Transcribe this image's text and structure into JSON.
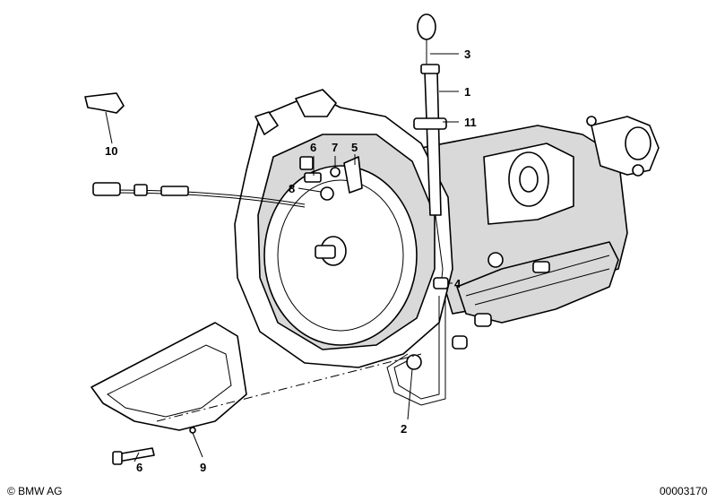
{
  "diagram": {
    "callouts": [
      {
        "id": "callout-1",
        "text": "1"
      },
      {
        "id": "callout-2",
        "text": "2"
      },
      {
        "id": "callout-3",
        "text": "3"
      },
      {
        "id": "callout-4",
        "text": "4"
      },
      {
        "id": "callout-5",
        "text": "5"
      },
      {
        "id": "callout-6a",
        "text": "6"
      },
      {
        "id": "callout-6b",
        "text": "6"
      },
      {
        "id": "callout-7",
        "text": "7"
      },
      {
        "id": "callout-8",
        "text": "8"
      },
      {
        "id": "callout-9",
        "text": "9"
      },
      {
        "id": "callout-10",
        "text": "10"
      },
      {
        "id": "callout-11",
        "text": "11"
      }
    ],
    "copyright": "© BMW AG",
    "drawing_number": "00003170"
  }
}
